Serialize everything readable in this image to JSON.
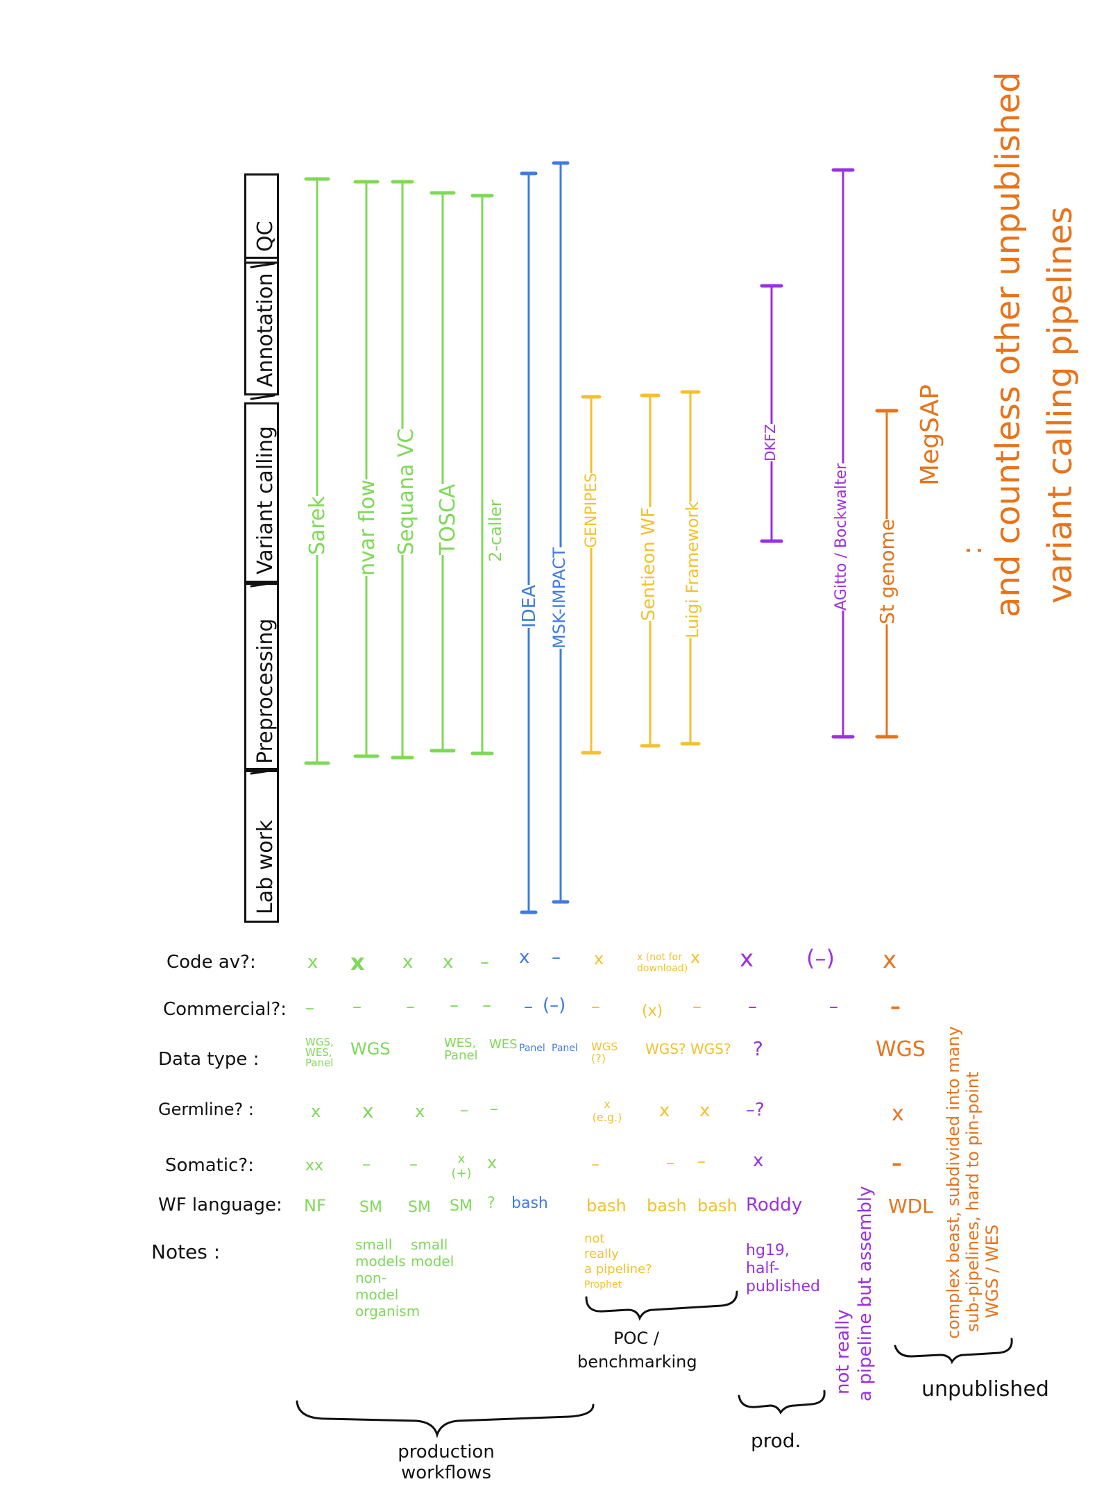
{
  "colors": {
    "black": "#111111",
    "green": "#7ed957",
    "blue": "#3f7be0",
    "yellow": "#f2c12e",
    "purple": "#9b30e0",
    "orange": "#e8731a"
  },
  "stages": [
    "Lab work",
    "Preprocessing",
    "Variant calling",
    "Annotation",
    "QC"
  ],
  "pipelines": {
    "green": [
      "Sarek",
      "nvar flow",
      "Sequana VC",
      "TOSCA",
      "2-caller"
    ],
    "blue": [
      "IDEA",
      "MSK-IMPACT"
    ],
    "yellow": [
      "GENPIPES",
      "Sentieon WF",
      "Luigi Framework"
    ],
    "purple": [
      "DKFZ",
      "AGitto / Bockwalter"
    ],
    "orange": [
      "St genome"
    ]
  },
  "unpublished_note": "MegSAP",
  "dots": ":",
  "big_note_line1": "and countless other unpublished",
  "big_note_line2": "variant calling pipelines",
  "row_labels": [
    "Code av?:",
    "Commercial?:",
    "Data type :",
    "Germline? :",
    "Somatic?:",
    "WF language:",
    "Notes :"
  ],
  "table": {
    "code": [
      "x",
      "x",
      "x",
      "x",
      "–",
      "x",
      "–",
      "x",
      "x (not for download)",
      "x",
      "x",
      "(–)",
      "x"
    ],
    "commercial": [
      "–",
      "–",
      "–",
      "–",
      "–",
      "–",
      "(–)",
      "–",
      "(x)",
      "–",
      "–",
      "–",
      "–"
    ],
    "datatype": [
      "WGS, WES, Panel",
      "WGS",
      "WES, Panel",
      "WES",
      "Panel",
      "Panel",
      "WGS (?)",
      "WGS?",
      "WGS?",
      "?",
      "WGS"
    ],
    "germline": [
      "x",
      "x",
      "x",
      "–",
      "–",
      "x (e.g.)",
      "x",
      "x",
      "–?",
      "x"
    ],
    "somatic": [
      "xx",
      "–",
      "–",
      "x (+)",
      "x",
      "–",
      "–",
      "–",
      "x",
      "–"
    ],
    "wflang": [
      "NF",
      "SM",
      "SM",
      "SM",
      "?",
      "bash",
      "bash",
      "bash",
      "bash",
      "Roddy",
      "WDL"
    ]
  },
  "notes": {
    "green1": [
      "small",
      "models",
      "non-",
      "model",
      "organism"
    ],
    "green2": [
      "small",
      "model"
    ],
    "yellow": [
      "not",
      "really",
      "a pipeline?",
      "Prophet"
    ],
    "purple": [
      "hg19,",
      "half-",
      "published"
    ],
    "purple_vert1": "not really",
    "purple_vert2": "a pipeline but assembly",
    "orange_vert1": "complex beast, subdivided into many",
    "orange_vert2": "sub-pipelines, hard to pin-point",
    "orange_vert3": "WGS / WES"
  },
  "groups": {
    "production": "production workflows",
    "poc": "POC / benchmarking",
    "prod": "prod.",
    "unpublished": "unpublished"
  }
}
